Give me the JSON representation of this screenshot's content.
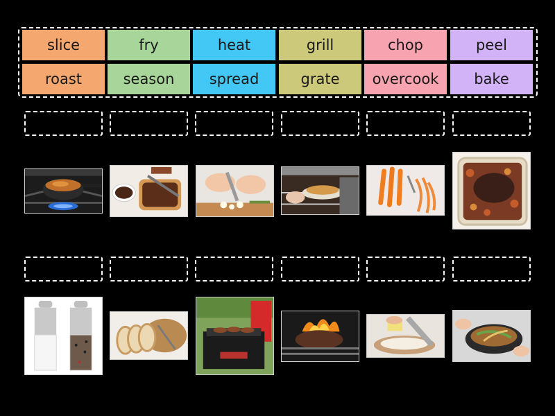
{
  "word_bank": {
    "tiles": [
      {
        "label": "slice",
        "color": "#f4a76f"
      },
      {
        "label": "fry",
        "color": "#a8d69a"
      },
      {
        "label": "heat",
        "color": "#43c8f5"
      },
      {
        "label": "grill",
        "color": "#cdc97b"
      },
      {
        "label": "chop",
        "color": "#f7a3b0"
      },
      {
        "label": "peel",
        "color": "#d2b3f7"
      },
      {
        "label": "roast",
        "color": "#f4a76f"
      },
      {
        "label": "season",
        "color": "#a8d69a"
      },
      {
        "label": "spread",
        "color": "#43c8f5"
      },
      {
        "label": "grate",
        "color": "#cdc97b"
      },
      {
        "label": "overcook",
        "color": "#f7a3b0"
      },
      {
        "label": "bake",
        "color": "#d2b3f7"
      }
    ]
  },
  "pictures": {
    "row1": [
      "pot-on-gas-stove-icon",
      "bread-with-chocolate-spread-icon",
      "chopping-garlic-icon",
      "oven-baking-icon",
      "peeled-carrots-icon",
      "roast-in-dish-icon"
    ],
    "row2": [
      "salt-and-pepper-mills-icon",
      "sliced-bread-icon",
      "barbecue-grill-icon",
      "flaming-burger-patty-icon",
      "grating-cheese-icon",
      "frying-wok-icon"
    ]
  }
}
